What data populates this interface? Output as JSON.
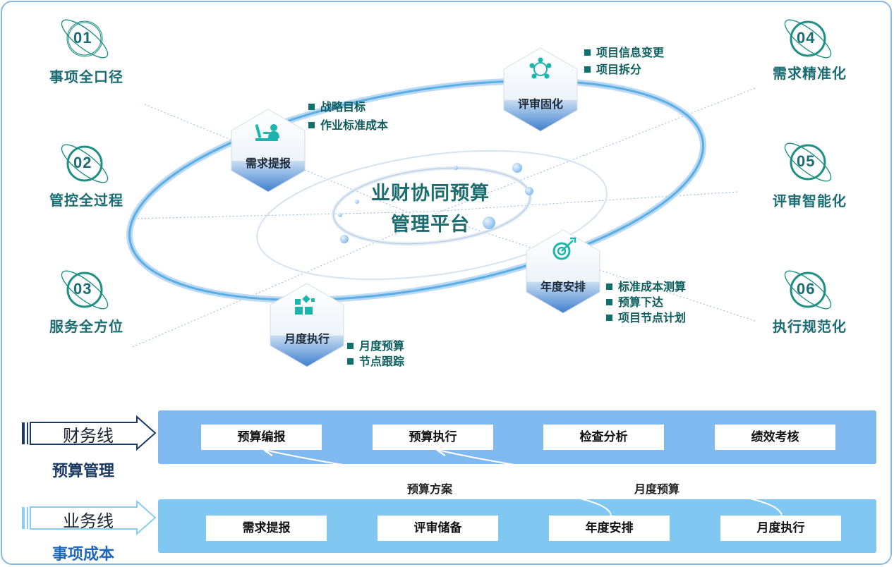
{
  "center": {
    "line1": "业财协同预算",
    "line2": "管理平台"
  },
  "tags": [
    {
      "num": "01",
      "label": "事项全口径"
    },
    {
      "num": "02",
      "label": "管控全过程"
    },
    {
      "num": "03",
      "label": "服务全方位"
    },
    {
      "num": "04",
      "label": "需求精准化"
    },
    {
      "num": "05",
      "label": "评审智能化"
    },
    {
      "num": "06",
      "label": "执行规范化"
    }
  ],
  "stages": [
    {
      "label": "需求提报",
      "icon": "person-desk-icon",
      "bullets": [
        "战略目标",
        "作业标准成本"
      ]
    },
    {
      "label": "评审固化",
      "icon": "team-meeting-icon",
      "bullets": [
        "项目信息变更",
        "项目拆分"
      ]
    },
    {
      "label": "年度安排",
      "icon": "target-icon",
      "bullets": [
        "标准成本测算",
        "预算下达",
        "项目节点计划"
      ]
    },
    {
      "label": "月度执行",
      "icon": "blocks-icon",
      "bullets": [
        "月度预算",
        "节点跟踪"
      ]
    }
  ],
  "finance": {
    "line_label": "财务线",
    "sub_label": "预算管理",
    "steps": [
      "预算编报",
      "预算执行",
      "检查分析",
      "绩效考核"
    ]
  },
  "business": {
    "line_label": "业务线",
    "sub_label": "事项成本",
    "steps": [
      "需求提报",
      "评审储备",
      "年度安排",
      "月度执行"
    ]
  },
  "flows": {
    "left": "预算方案",
    "right": "月度预算"
  },
  "colors": {
    "teal": "#1c6d73",
    "band_top": "#80b9ef",
    "band_bottom": "#80c8f2",
    "finance_sub": "#1a3a63",
    "business_sub": "#1f67b8"
  }
}
